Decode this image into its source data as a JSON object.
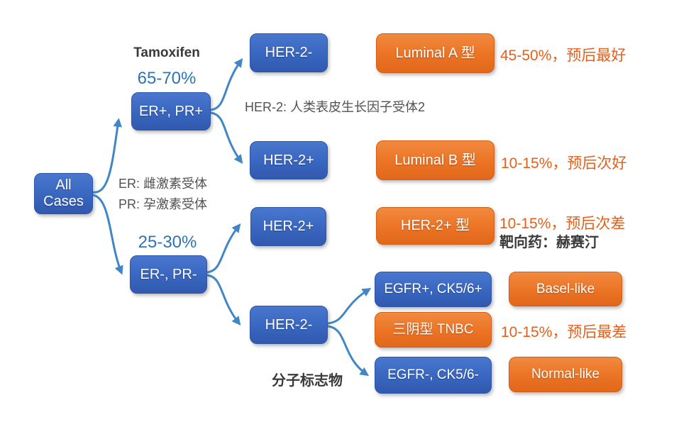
{
  "colors": {
    "blue_box": "#3a68c2",
    "blue_box_dark": "#2d55a8",
    "blue_box_light": "#4a77cd",
    "orange_box": "#ec7526",
    "orange_box_dark": "#d35f12",
    "orange_box_light": "#f18a40",
    "arrow": "#4187c6",
    "blue_text": "#2e74b5",
    "orange_text": "#e4601c",
    "dark_text": "#3a3a3a",
    "gray_text": "#525252"
  },
  "nodes": {
    "all_cases": "All Cases",
    "er_pos": "ER+, PR+",
    "er_neg": "ER-, PR-",
    "her2_neg_1": "HER-2-",
    "her2_pos_1": "HER-2+",
    "her2_pos_2": "HER-2+",
    "her2_neg_2": "HER-2-",
    "luminal_a": "Luminal A 型",
    "luminal_b": "Luminal B 型",
    "her2_pos_type": "HER-2+ 型",
    "egfr_pos": "EGFR+, CK5/6+",
    "tnbc": "三阴型 TNBC",
    "egfr_neg": "EGFR-, CK5/6-",
    "basel": "Basel-like",
    "normal": "Normal-like"
  },
  "annotations": {
    "tamoxifen": "Tamoxifen",
    "pct_high": "65-70%",
    "pct_low": "25-30%",
    "er_def": "ER: 雌激素受体",
    "pr_def": "PR: 孕激素受体",
    "her2_def": "HER-2: 人类表皮生长因子受体2",
    "molecular_marker": "分子标志物",
    "luminal_a_prognosis": "45-50%，预后最好",
    "luminal_b_prognosis": "10-15%，预后次好",
    "her2_prognosis": "10-15%，预后次差",
    "her2_drug": "靶向药：赫赛汀",
    "tnbc_prognosis": "10-15%，预后最差"
  }
}
